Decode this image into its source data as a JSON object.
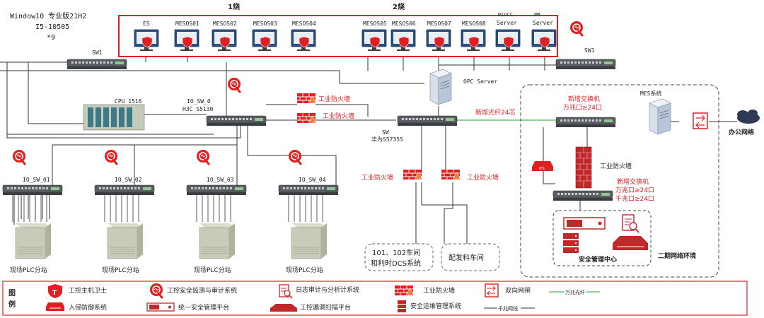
{
  "header": {
    "os_line1": "Window10 专业版21H2",
    "os_line2": "I5-10505",
    "os_line3": "*9",
    "group1_title": "1烧",
    "group2_title": "2烧"
  },
  "workstations": [
    {
      "id": "es",
      "label": "ES"
    },
    {
      "id": "mesos01",
      "label": "MESOS01"
    },
    {
      "id": "mesos02",
      "label": "MESOS02"
    },
    {
      "id": "mesos03",
      "label": "MESOS03"
    },
    {
      "id": "mesos04",
      "label": "MESOS04"
    },
    {
      "id": "mesos05",
      "label": "MESOS05"
    },
    {
      "id": "mesos06",
      "label": "MESOS06"
    },
    {
      "id": "mesos07",
      "label": "MESOS07"
    },
    {
      "id": "mesos08",
      "label": "MESOS08"
    },
    {
      "id": "wincc",
      "label1": "WinCC",
      "label2": "Server"
    },
    {
      "id": "pm",
      "label1": "PM",
      "label2": "Server"
    }
  ],
  "nodes": {
    "sw1_left": "SW1",
    "sw1_right": "SW1",
    "cpu": "CPU 1516",
    "io_sw_0_line1": "IO_SW_0",
    "io_sw_0_line2": "H3C S5130",
    "opc_server": "OPC Server",
    "core_sw_line1": "SW",
    "core_sw_line2": "华为S5735S",
    "io_sw_01": "IO_SW_01",
    "io_sw_02": "IO_SW_02",
    "io_sw_03": "IO_SW_03",
    "io_sw_04": "IO_SW_04",
    "plc_station": "现场PLC分站",
    "firewall_label": "工业防火墙",
    "fiber_label": "新增光纤24芯",
    "mes_system": "MES系统",
    "office_network": "办公网络",
    "new_switch1_line1": "新增交换机",
    "new_switch1_line2": "万兆口≥24口",
    "new_switch2_line1": "新增交换机",
    "new_switch2_line2": "万兆口≥24口",
    "new_switch2_line3": "千兆口≥24口",
    "ips_tag": "IPS",
    "security_center": "安全管理中心",
    "phase2_env": "二期网络环境",
    "workshop1_line1": "101、102车间",
    "workshop1_line2": "和利时DCS系统",
    "workshop2": "配发料车间"
  },
  "legend": {
    "title1": "图",
    "title2": "例",
    "items": [
      {
        "id": "host_guard",
        "label": "工控主机卫士",
        "icon": "shield-t-icon"
      },
      {
        "id": "monitor_audit",
        "label": "工控安全监测与审计系统",
        "icon": "monitor-audit-icon"
      },
      {
        "id": "log_audit",
        "label": "日志审计与分析计系统",
        "icon": "log-audit-icon"
      },
      {
        "id": "industrial_firewall",
        "label": "工业防火墙",
        "icon": "firewall-icon"
      },
      {
        "id": "gatekeeper",
        "label": "双向网闸",
        "icon": "gatekeeper-icon"
      },
      {
        "id": "tengig_fiber",
        "label": "万兆光纤",
        "icon": "green-line-icon"
      },
      {
        "id": "ids",
        "label": "入侵防御系统",
        "icon": "ids-icon"
      },
      {
        "id": "unified_mgmt",
        "label": "统一安全管理平台",
        "icon": "unified-platform-icon"
      },
      {
        "id": "vuln_scan",
        "label": "工控漏洞扫描平台",
        "icon": "vuln-scan-icon"
      },
      {
        "id": "ops_mgmt",
        "label": "安全运维管理系统",
        "icon": "ops-mgmt-icon"
      },
      {
        "id": "gig_line",
        "label": "千兆网线",
        "icon": "black-line-icon"
      }
    ]
  },
  "colors": {
    "accent_red": "#e02020",
    "line_dark": "#333333",
    "fiber_green": "#2a9a3a",
    "switch_gray": "#5a5e63"
  }
}
